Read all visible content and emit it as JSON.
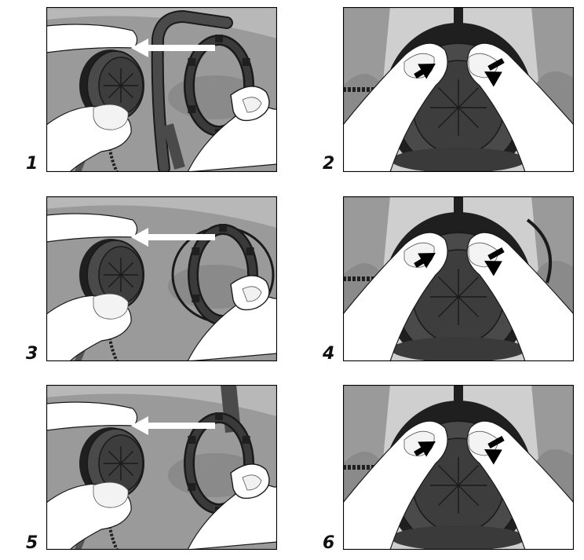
{
  "steps": [
    {
      "number": "1",
      "scene": "slide",
      "band": "headband"
    },
    {
      "number": "2",
      "scene": "press",
      "band": "headband"
    },
    {
      "number": "3",
      "scene": "slide",
      "band": "loop"
    },
    {
      "number": "4",
      "scene": "press",
      "band": "loop"
    },
    {
      "number": "5",
      "scene": "slide",
      "band": "stub"
    },
    {
      "number": "6",
      "scene": "press",
      "band": "stub"
    }
  ],
  "colors": {
    "background": "#9a9a9a",
    "light_area": "#cfcfcf",
    "earpiece": "#4a4a4a",
    "earpiece_dark": "#1f1f1f",
    "hand": "#ffffff",
    "outline": "#1a1a1a"
  },
  "icons": [
    "slide-arrow-icon",
    "press-arrow-icon"
  ]
}
